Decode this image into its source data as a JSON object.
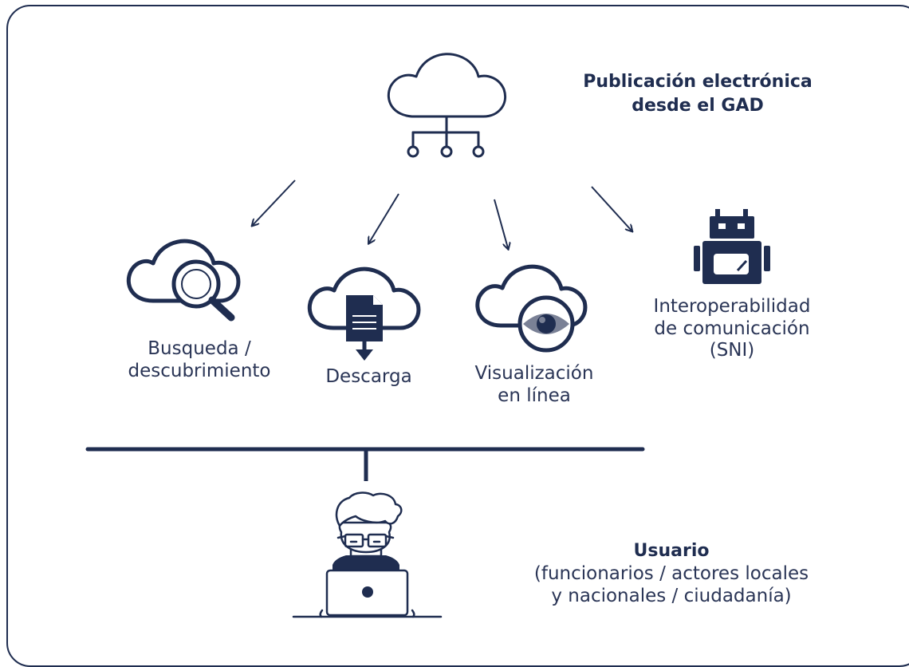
{
  "header": {
    "title_line1": "Publicación electrónica",
    "title_line2": "desde el GAD"
  },
  "services": [
    {
      "icon": "cloud-search-icon",
      "line1": "Busqueda /",
      "line2": "descubrimiento"
    },
    {
      "icon": "cloud-download-icon",
      "line1": "Descarga"
    },
    {
      "icon": "cloud-eye-icon",
      "line1": "Visualización",
      "line2": "en línea"
    },
    {
      "icon": "robot-icon",
      "line1": "Interoperabilidad",
      "line2": "de comunicación",
      "line3": "(SNI)"
    }
  ],
  "user": {
    "icon": "user-laptop-icon",
    "title": "Usuario",
    "line1": "(funcionarios / actores locales",
    "line2": "y nacionales / ciudadanía)"
  },
  "colors": {
    "navy": "#1f2d50",
    "text": "#2a3556"
  }
}
